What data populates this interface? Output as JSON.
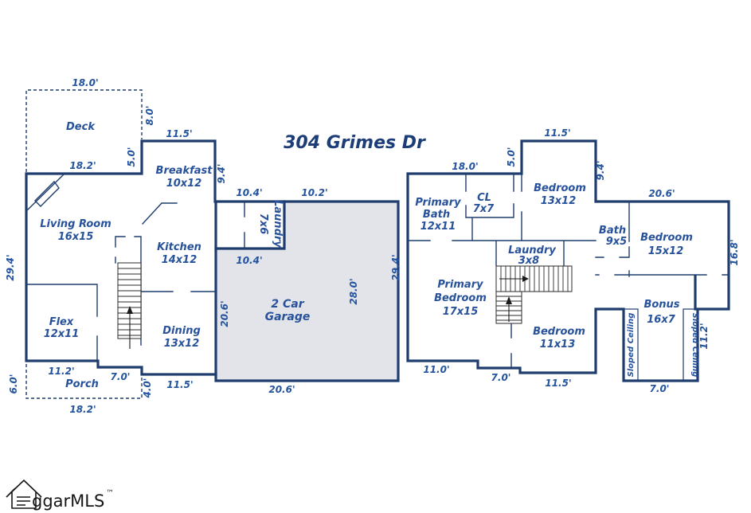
{
  "title": "304 Grimes Dr",
  "watermark": {
    "text": "ggarMLS",
    "tm": "™"
  },
  "colors": {
    "wall": "#1e3d6e",
    "label_text": "#27529b",
    "dim_text": "#24549e",
    "title_text": "#1d3d78",
    "garage_fill": "#e3e3ea"
  },
  "floor1": {
    "rooms": {
      "deck": {
        "name": "Deck"
      },
      "living": {
        "name": "Living Room",
        "size": "16x15"
      },
      "breakfast": {
        "name": "Breakfast",
        "size": "10x12"
      },
      "kitchen": {
        "name": "Kitchen",
        "size": "14x12"
      },
      "laundry": {
        "name": "Laundry",
        "size": "7x6"
      },
      "garage": {
        "line1": "2 Car",
        "line2": "Garage"
      },
      "flex": {
        "name": "Flex",
        "size": "12x11"
      },
      "dining": {
        "name": "Dining",
        "size": "13x12"
      },
      "porch": {
        "name": "Porch"
      }
    },
    "dims": {
      "deck_top": "18.0'",
      "deck_side": "8.0'",
      "deck_bottom": "18.2'",
      "breakfast_left": "5.0'",
      "breakfast_top": "11.5'",
      "breakfast_right": "9.4'",
      "hall_top": "10.4'",
      "garage_top": "10.2'",
      "hall_width": "10.4'",
      "garage_left": "20.6'",
      "garage_right": "28.0'",
      "garage_bottom": "20.6'",
      "side_left": "29.4'",
      "flex_bottom": "11.2'",
      "porch_side": "6.0'",
      "porch_bottom": "18.2'",
      "porch_step": "7.0'",
      "step_side": "4.0'",
      "dining_bottom": "11.5'"
    }
  },
  "floor2": {
    "rooms": {
      "primary_bath": {
        "line1": "Primary",
        "line2": "Bath",
        "size": "12x11"
      },
      "closet": {
        "name": "CL",
        "size": "7x7"
      },
      "bedroom1": {
        "name": "Bedroom",
        "size": "13x12"
      },
      "bath": {
        "name": "Bath",
        "size": "9x5"
      },
      "bedroom2": {
        "name": "Bedroom",
        "size": "15x12"
      },
      "laundry": {
        "name": "Laundry",
        "size": "3x8"
      },
      "primary_bedroom": {
        "line1": "Primary",
        "line2": "Bedroom",
        "size": "17x15"
      },
      "bedroom3": {
        "name": "Bedroom",
        "size": "11x13"
      },
      "bonus": {
        "name": "Bonus",
        "size": "16x7"
      },
      "sloped_left": "Sloped Ceiling",
      "sloped_right": "Sloped Ceiling"
    },
    "dims": {
      "top": "18.0'",
      "cl_step": "5.0'",
      "bedroom1_top": "11.5'",
      "bedroom1_side": "9.4'",
      "bedroom2_top": "20.6'",
      "side_right": "16.8'",
      "side_left": "29.4'",
      "bottom_left": "11.0'",
      "hall_bottom": "7.0'",
      "bedroom3_bottom": "11.5'",
      "bonus_bottom": "7.0'",
      "bonus_side": "11.2'"
    }
  }
}
